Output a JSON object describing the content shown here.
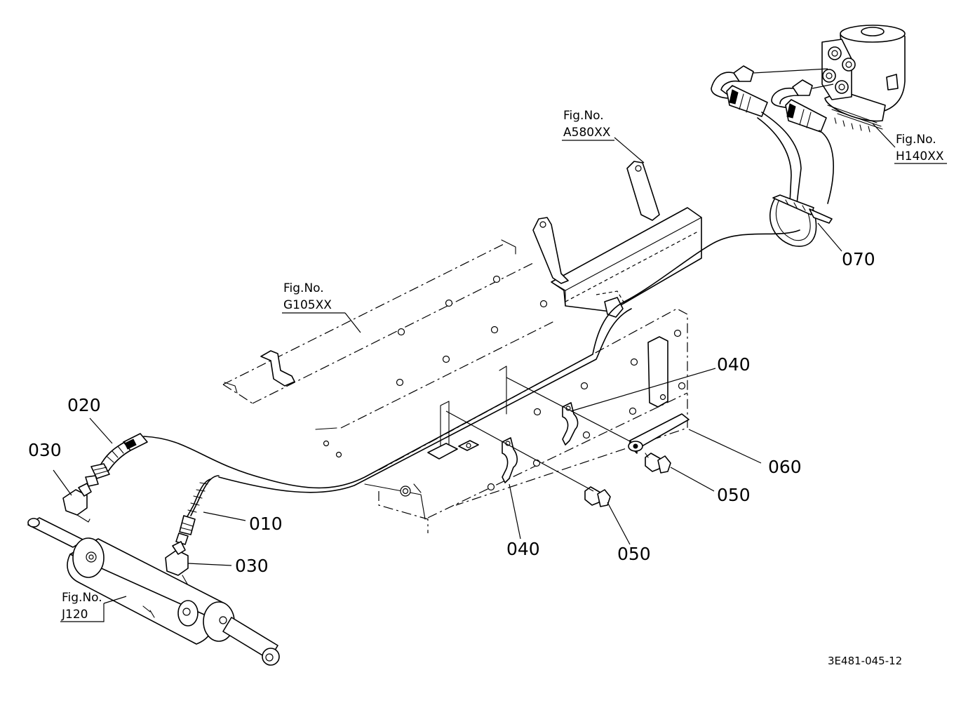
{
  "callouts": {
    "p010": "010",
    "p020": "020",
    "p030a": "030",
    "p030b": "030",
    "p040a": "040",
    "p040b": "040",
    "p050a": "050",
    "p050b": "050",
    "p060": "060",
    "p070": "070"
  },
  "figure_refs": {
    "a580": {
      "label": "Fig.No.",
      "code": "A580XX"
    },
    "h140": {
      "label": "Fig.No.",
      "code": "H140XX"
    },
    "g105": {
      "label": "Fig.No.",
      "code": "G105XX"
    },
    "j120": {
      "label": "Fig.No.",
      "code": "J120"
    }
  },
  "drawing_code": "3E481-045-12"
}
